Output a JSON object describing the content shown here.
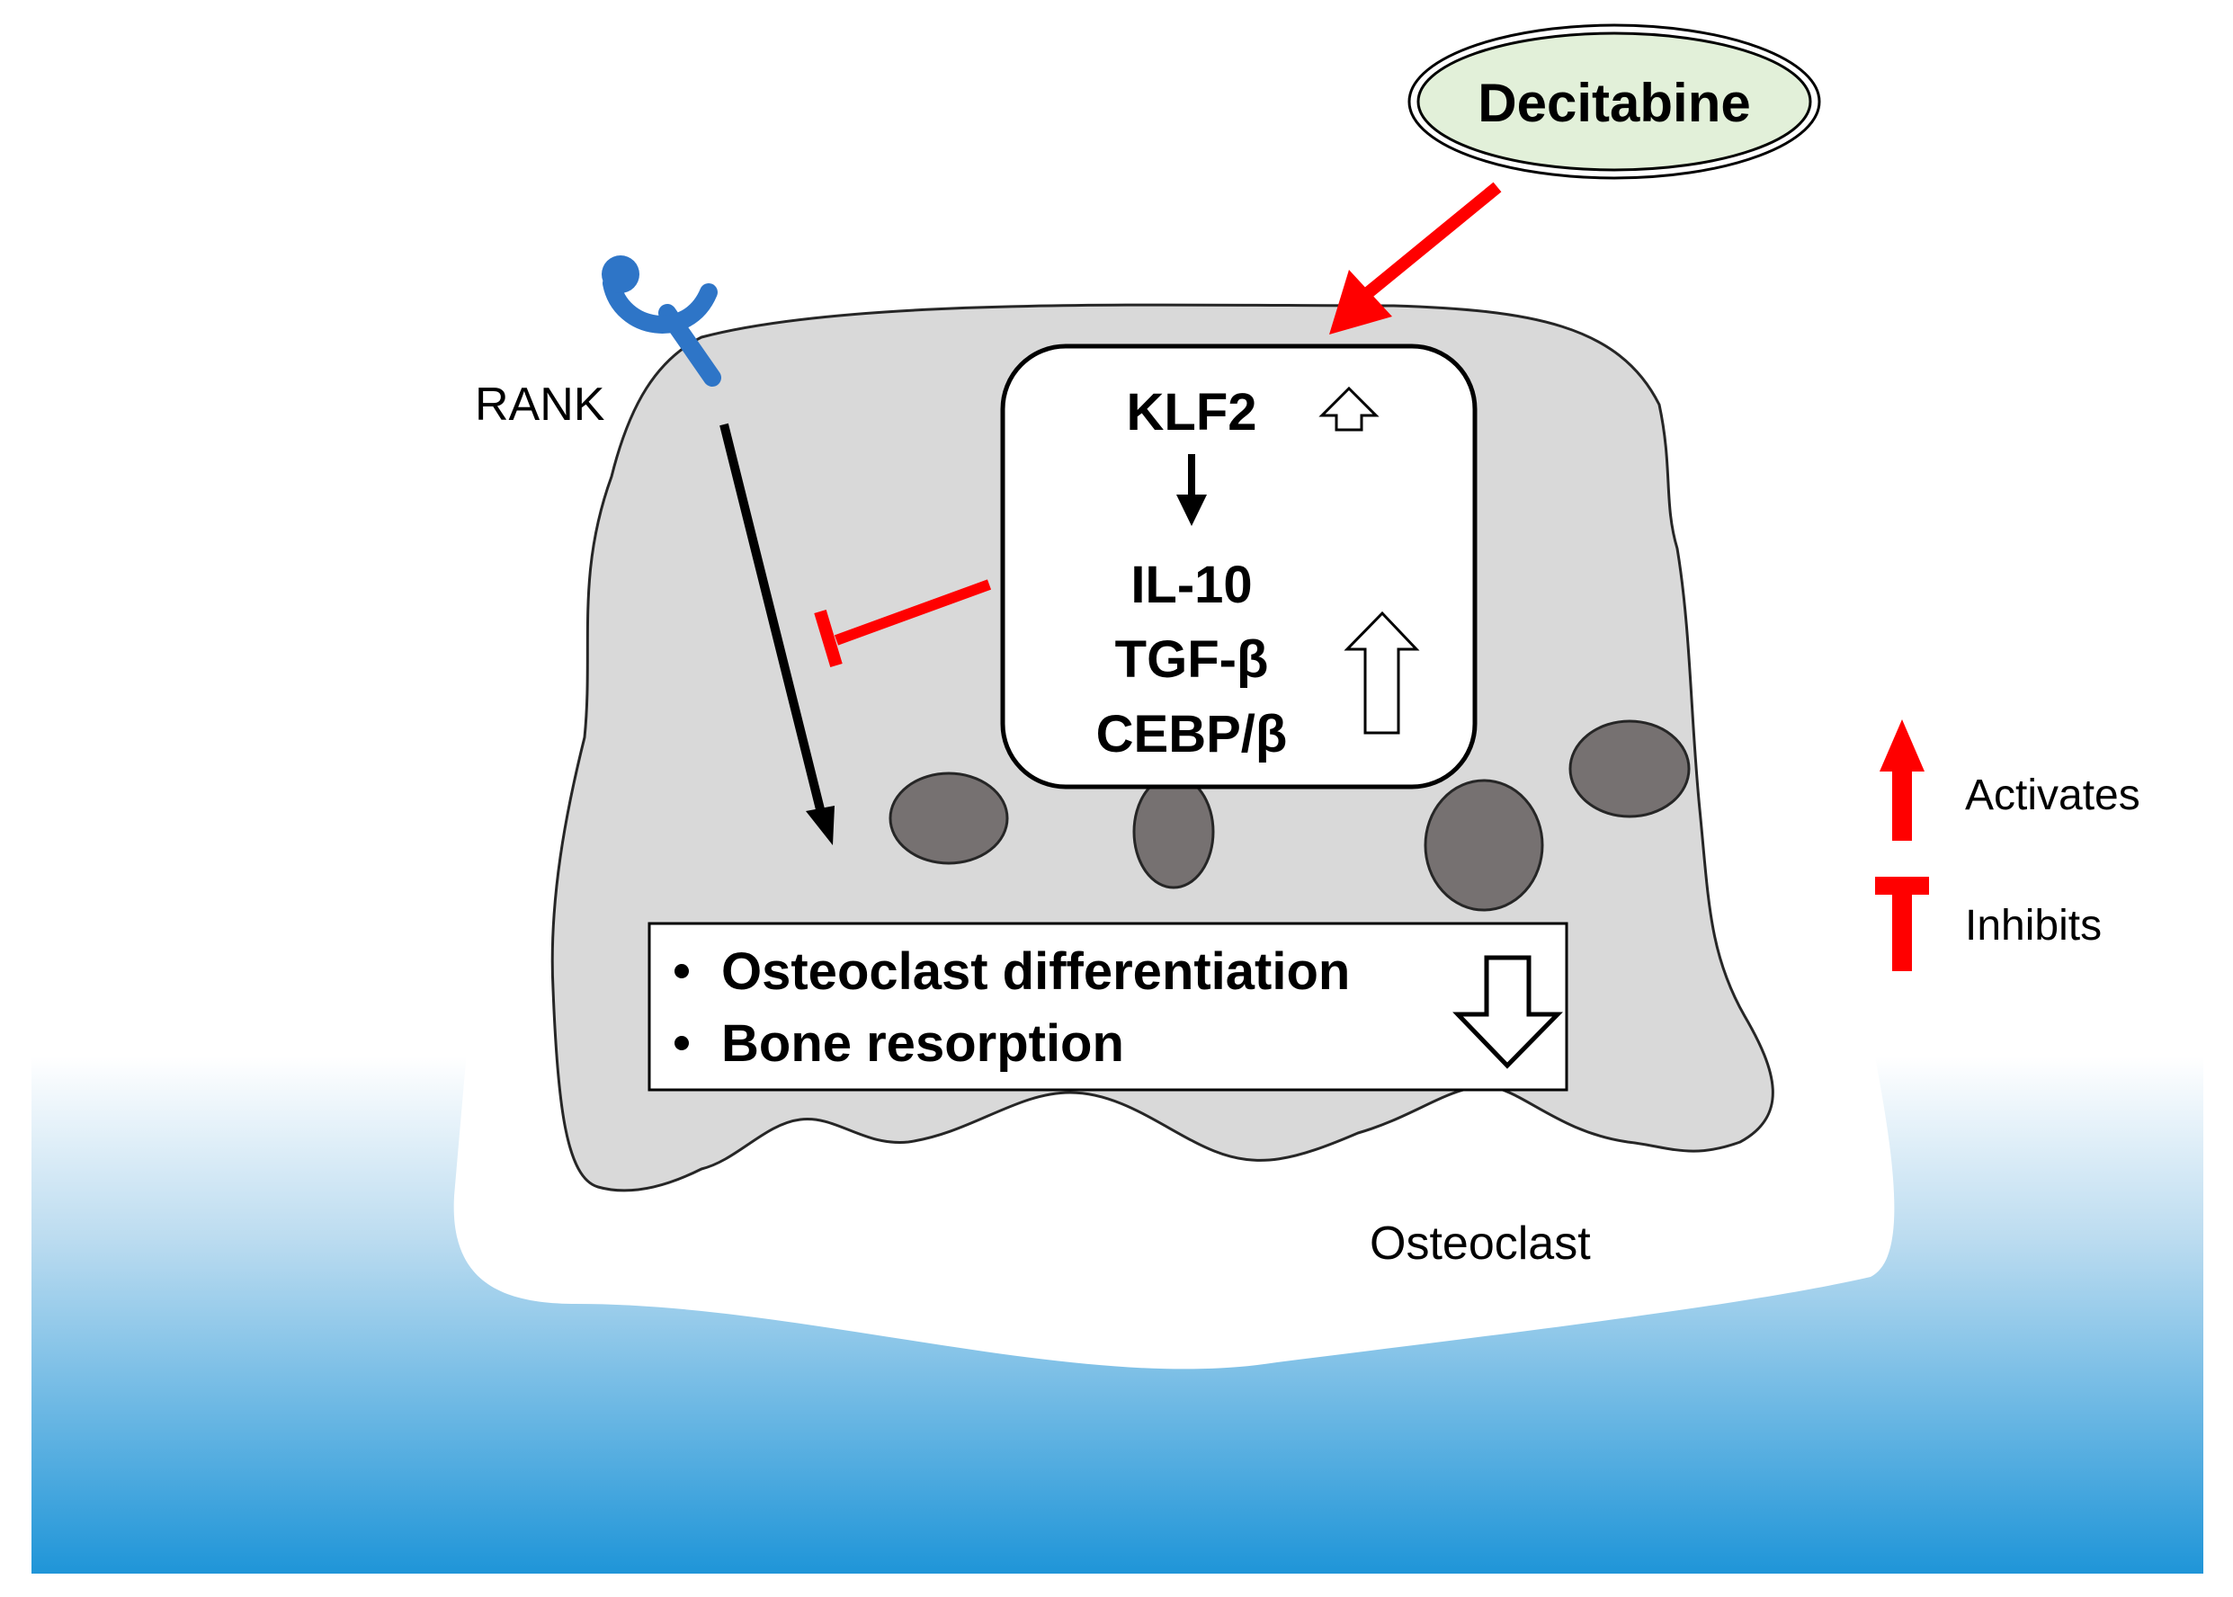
{
  "drug": {
    "label": "Decitabine"
  },
  "receptor": {
    "label": "RANK"
  },
  "cell": {
    "label": "Osteoclast"
  },
  "pathway": {
    "upstream": "KLF2",
    "downstream": [
      "IL-10",
      "TGF-β",
      "CEBP/β"
    ]
  },
  "outcomes": {
    "items": [
      "Osteoclast differentiation",
      "Bone resorption"
    ]
  },
  "legend": {
    "activates": "Activates",
    "inhibits": "Inhibits"
  },
  "colors": {
    "activation": "#ff0000",
    "cell_fill": "#d9d9d9",
    "nucleus_fill": "#767171",
    "drug_fill": "#e2f0d9",
    "receptor": "#2e75c7",
    "bone_top": "#ffffff",
    "bone_bottom": "#1f95d8"
  }
}
